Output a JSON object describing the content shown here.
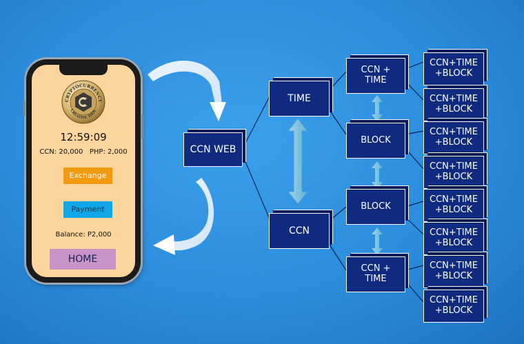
{
  "phone": {
    "coin_ring_text": "CRYPTOCURRENCY",
    "coin_ring_text_bottom": "CREATIVE TOOL",
    "time": "12:59:09",
    "ccn_balance": "CCN: 20,000",
    "php_balance": "PHP: 2,000",
    "exchange_label": "Exchange",
    "payment_label": "Payment",
    "balance_label": "Balance: P2,000",
    "home_label": "HOME"
  },
  "nodes": {
    "ccn_web": "CCN WEB",
    "time": "TIME",
    "ccn": "CCN",
    "ccn_time_top": "CCN +\nTIME",
    "block_upper": "BLOCK",
    "block_lower": "BLOCK",
    "ccn_time_bottom": "CCN +\nTIME"
  },
  "leaves": [
    "CCN+TIME\n+BLOCK",
    "CCN+TIME\n+BLOCK",
    "CCN+TIME\n+BLOCK",
    "CCN+TIME\n+BLOCK",
    "CCN+TIME\n+BLOCK",
    "CCN+TIME\n+BLOCK",
    "CCN+TIME\n+BLOCK",
    "CCN+TIME\n+BLOCK"
  ],
  "colors": {
    "background": "#2b8ddd",
    "block_fill": "#0f2a7e",
    "phone_screen": "#fbd59c",
    "exchange_button": "#f29b12",
    "payment_button": "#0fa7e8",
    "home_button": "#c995c8"
  }
}
